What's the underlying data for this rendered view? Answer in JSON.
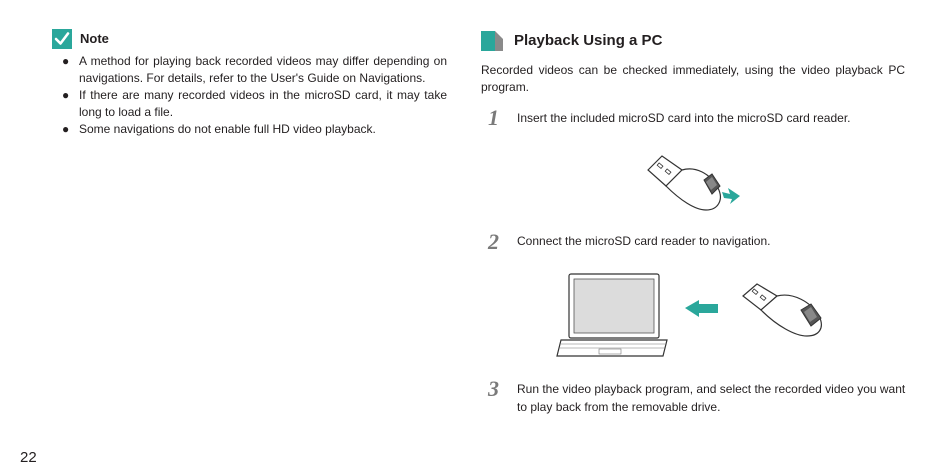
{
  "note": {
    "title": "Note",
    "items": [
      "A method for playing back recorded videos may differ depending on navigations. For details, refer to the User's Guide on Navigations.",
      "If there are many recorded videos in the microSD card, it may take long to load a file.",
      "Some navigations do not enable full HD video playback."
    ]
  },
  "section": {
    "title": "Playback Using a PC",
    "intro": "Recorded videos can be checked immediately, using the video playback PC program."
  },
  "steps": [
    {
      "number": "1",
      "text": "Insert the included microSD card into the microSD card reader."
    },
    {
      "number": "2",
      "text": "Connect the microSD card reader to navigation."
    },
    {
      "number": "3",
      "text": "Run the video playback program, and select the recorded video you want to play back from the removable drive."
    }
  ],
  "page": {
    "number": "22"
  },
  "colors": {
    "accent": "#2aa79b",
    "text": "#231f20",
    "step": "#7a7a7a"
  }
}
